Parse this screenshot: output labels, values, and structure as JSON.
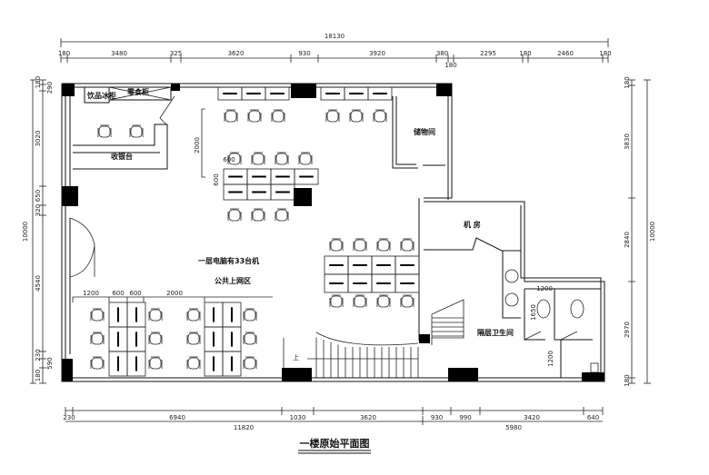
{
  "title": "一楼原始平面图",
  "dimensions": {
    "top_total": "18130",
    "top_segments": [
      "180",
      "3480",
      "325",
      "3620",
      "930",
      "3920",
      "380",
      "180",
      "2295",
      "180",
      "2460",
      "180"
    ],
    "bottom_segments": [
      "230",
      "6940",
      "1030",
      "3620",
      "930",
      "990",
      "3420",
      "640"
    ],
    "bottom_totals": [
      "11820",
      "5980"
    ],
    "left_total": "10000",
    "left_segments": [
      "180",
      "290",
      "3020",
      "650",
      "320",
      "4540",
      "230",
      "590",
      "180"
    ],
    "right_total": "10000",
    "right_segments": [
      "180",
      "3830",
      "2840",
      "2970",
      "180"
    ],
    "interior": [
      "2000",
      "600",
      "600",
      "1200",
      "600",
      "600",
      "2000",
      "1200",
      "1650",
      "1200"
    ]
  },
  "rooms": {
    "drink_fridge": "饮品冰柜",
    "shelf": "零食柜",
    "cashier": "收银台",
    "storage": "储物间",
    "machine_room": "机 房",
    "restroom": "隔层卫生间",
    "hall_line1": "一层电脑有33台机",
    "hall_line2": "公共上网区",
    "stair_up": "上"
  }
}
